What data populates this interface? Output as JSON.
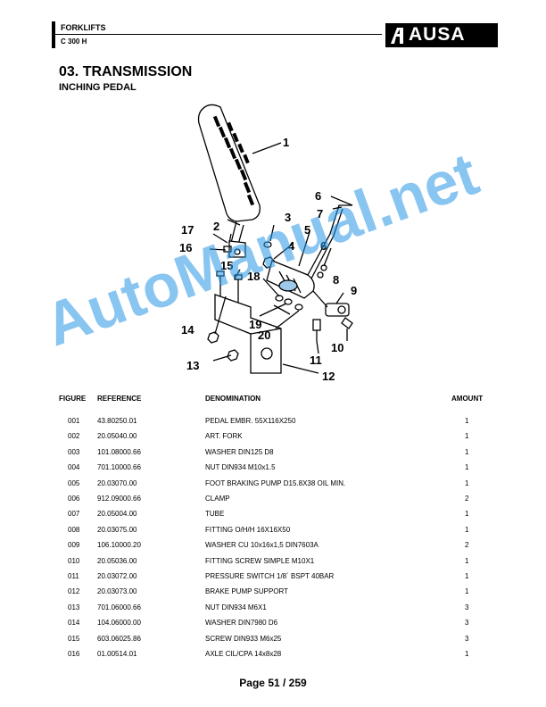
{
  "header": {
    "line1": "FORKLIFTS",
    "line2": "C 300 H",
    "logo_text": "AUSA"
  },
  "section": {
    "title": "03. TRANSMISSION",
    "subtitle": "INCHING PEDAL"
  },
  "diagram": {
    "callouts": [
      "1",
      "2",
      "3",
      "4",
      "5",
      "6",
      "6",
      "7",
      "8",
      "9",
      "10",
      "11",
      "12",
      "13",
      "14",
      "15",
      "16",
      "17",
      "18",
      "19",
      "20"
    ]
  },
  "table": {
    "headers": {
      "figure": "FIGURE",
      "reference": "REFERENCE",
      "denomination": "DENOMINATION",
      "amount": "AMOUNT"
    },
    "rows": [
      {
        "figure": "001",
        "reference": "43.80250.01",
        "denomination": "PEDAL EMBR. 55X116X250",
        "amount": "1"
      },
      {
        "figure": "002",
        "reference": "20.05040.00",
        "denomination": "ART. FORK",
        "amount": "1"
      },
      {
        "figure": "003",
        "reference": "101.08000.66",
        "denomination": "WASHER DIN125 D8",
        "amount": "1"
      },
      {
        "figure": "004",
        "reference": "701.10000.66",
        "denomination": "NUT DIN934 M10x1.5",
        "amount": "1"
      },
      {
        "figure": "005",
        "reference": "20.03070.00",
        "denomination": "FOOT BRAKING PUMP D15.8X38 OIL MIN.",
        "amount": "1"
      },
      {
        "figure": "006",
        "reference": "912.09000.66",
        "denomination": "CLAMP",
        "amount": "2"
      },
      {
        "figure": "007",
        "reference": "20.05004.00",
        "denomination": "TUBE",
        "amount": "1"
      },
      {
        "figure": "008",
        "reference": "20.03075.00",
        "denomination": "FITTING O/H/H 16X16X50",
        "amount": "1"
      },
      {
        "figure": "009",
        "reference": "106.10000.20",
        "denomination": "WASHER CU 10x16x1,5 DIN7603A",
        "amount": "2"
      },
      {
        "figure": "010",
        "reference": "20.05036.00",
        "denomination": "FITTING SCREW SIMPLE M10X1",
        "amount": "1"
      },
      {
        "figure": "011",
        "reference": "20.03072.00",
        "denomination": "PRESSURE SWITCH 1/8´ BSPT 40BAR",
        "amount": "1"
      },
      {
        "figure": "012",
        "reference": "20.03073.00",
        "denomination": "BRAKE PUMP SUPPORT",
        "amount": "1"
      },
      {
        "figure": "013",
        "reference": "701.06000.66",
        "denomination": "NUT DIN934 M6X1",
        "amount": "3"
      },
      {
        "figure": "014",
        "reference": "104.06000.00",
        "denomination": "WASHER DIN7980 D6",
        "amount": "3"
      },
      {
        "figure": "015",
        "reference": "603.06025.86",
        "denomination": "SCREW DIN933 M6x25",
        "amount": "3"
      },
      {
        "figure": "016",
        "reference": "01.00514.01",
        "denomination": "AXLE CIL/CPA 14x8x28",
        "amount": "1"
      }
    ]
  },
  "footer": {
    "page": "Page 51 / 259"
  },
  "watermark": "AutoManual.net"
}
